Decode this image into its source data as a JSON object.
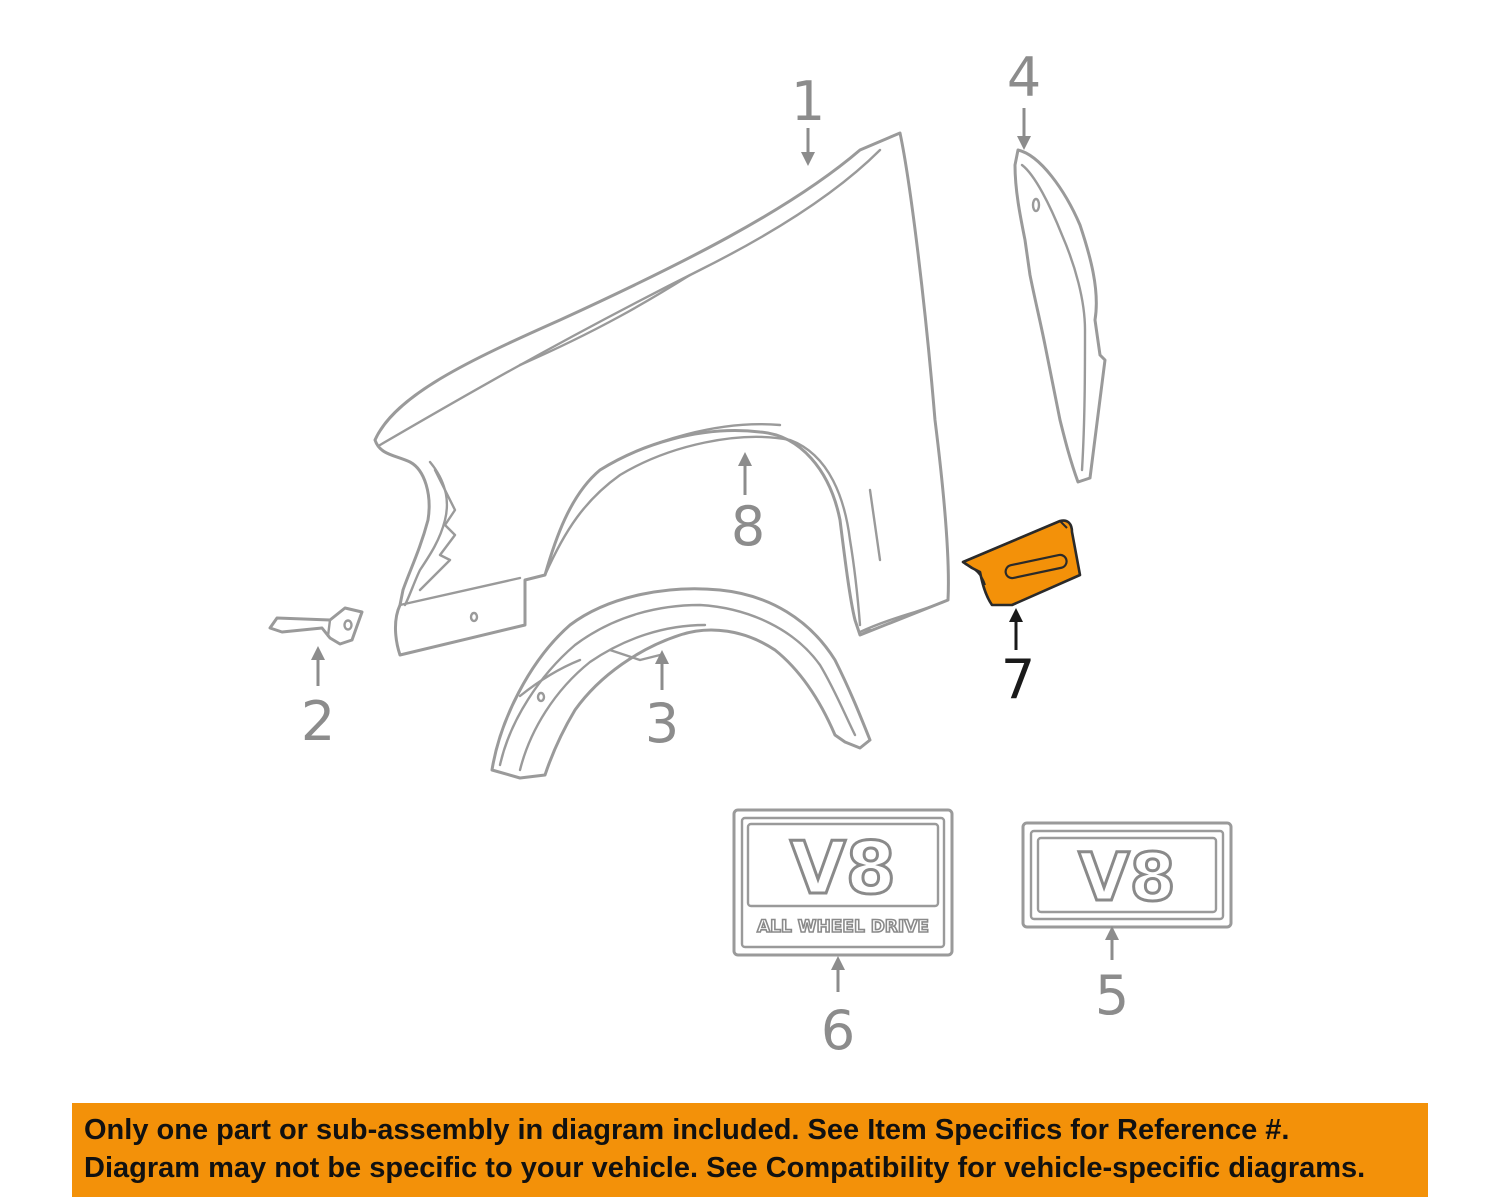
{
  "callouts": {
    "c1": "1",
    "c2": "2",
    "c3": "3",
    "c4": "4",
    "c5": "5",
    "c6": "6",
    "c7": "7",
    "c8": "8"
  },
  "badges": {
    "emblem_text": "V8",
    "subtext": "ALL WHEEL DRIVE"
  },
  "highlight": {
    "part_number": "7",
    "color": "#f39109"
  },
  "disclaimer": {
    "line1": "Only one part or sub-assembly in diagram included. See Item Specifics for Reference #.",
    "line2": "Diagram may not be specific to your vehicle. See Compatibility for vehicle-specific diagrams.",
    "background": "#f39109"
  }
}
